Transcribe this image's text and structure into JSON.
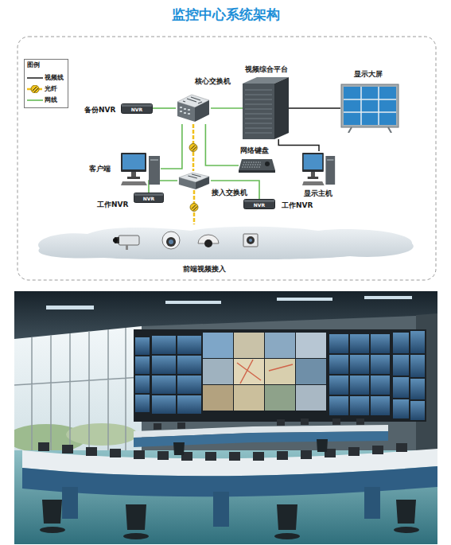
{
  "diagram": {
    "title": "监控中心系统架构",
    "nodes": [
      {
        "text": [
          "核心交换机"
        ]
      },
      {
        "text": [
          "视频综合平台"
        ]
      },
      {
        "text": [
          "显示大屏"
        ]
      },
      {
        "text": [
          "NVR",
          "备份NVR"
        ]
      },
      {
        "text": [
          "客户端"
        ]
      },
      {
        "text": [
          "网络键盘"
        ]
      },
      {
        "text": [
          "显示主机"
        ]
      },
      {
        "text": [
          "接入交换机"
        ]
      },
      {
        "text": [
          "NVR",
          "工作NVR"
        ]
      },
      {
        "text": [
          "NVR",
          "工作NVR"
        ]
      },
      {
        "text": [
          "前端视频接入"
        ]
      }
    ],
    "edges": [
      {
        "from": 0,
        "to": 1,
        "arrow": "none"
      },
      {
        "from": 1,
        "to": 2,
        "arrow": "none"
      },
      {
        "from": 1,
        "to": 6,
        "arrow": "none"
      },
      {
        "from": 0,
        "to": 3,
        "arrow": "none"
      },
      {
        "from": 0,
        "to": 4,
        "arrow": "none"
      },
      {
        "from": 0,
        "to": 5,
        "arrow": "none"
      },
      {
        "from": 0,
        "to": 7,
        "arrow": "none"
      },
      {
        "from": 7,
        "to": 8,
        "arrow": "none"
      },
      {
        "from": 7,
        "to": 9,
        "arrow": "none"
      },
      {
        "from": 7,
        "to": 10,
        "arrow": "none"
      }
    ],
    "labels": [
      "图例"
    ],
    "legend": [
      {
        "text": "视频线"
      },
      {
        "text": "光纤"
      },
      {
        "text": "网线"
      }
    ]
  }
}
